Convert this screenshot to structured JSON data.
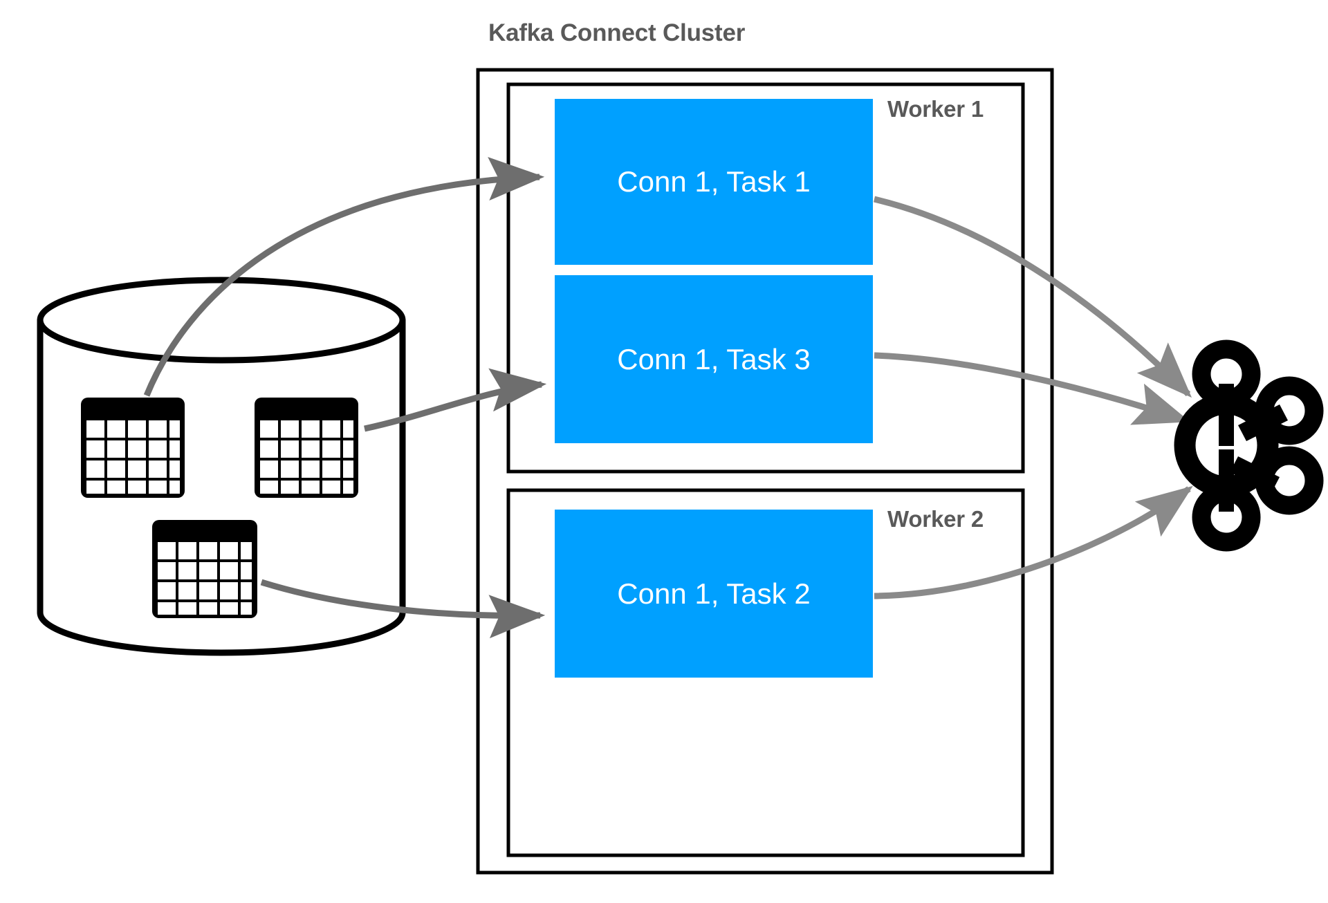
{
  "diagram": {
    "title": "Kafka Connect Cluster",
    "colors": {
      "task_blue": "#00A0FF",
      "label_gray": "#595959",
      "arrow_gray": "#8A8A8A",
      "arrow_gray_dark": "#6E6E6E",
      "outline_black": "#000000",
      "task_text_white": "#FFFFFF",
      "background": "#FFFFFF"
    },
    "cluster": {
      "label": "Kafka Connect Cluster",
      "workers": [
        {
          "label": "Worker 1",
          "tasks": [
            {
              "label": "Conn 1, Task 1"
            },
            {
              "label": "Conn 1, Task 3"
            }
          ]
        },
        {
          "label": "Worker 2",
          "tasks": [
            {
              "label": "Conn 1, Task 2"
            }
          ]
        }
      ]
    },
    "source": {
      "name": "database-cylinder",
      "tables": [
        {
          "name": "table-icon-1"
        },
        {
          "name": "table-icon-2"
        },
        {
          "name": "table-icon-3"
        }
      ]
    },
    "sink": {
      "name": "kafka-logo"
    },
    "flows": [
      {
        "from": "table-icon-1",
        "to": "Conn 1, Task 1"
      },
      {
        "from": "table-icon-2",
        "to": "Conn 1, Task 3"
      },
      {
        "from": "table-icon-3",
        "to": "Conn 1, Task 2"
      },
      {
        "from": "Conn 1, Task 1",
        "to": "kafka-logo"
      },
      {
        "from": "Conn 1, Task 3",
        "to": "kafka-logo"
      },
      {
        "from": "Conn 1, Task 2",
        "to": "kafka-logo"
      }
    ]
  }
}
